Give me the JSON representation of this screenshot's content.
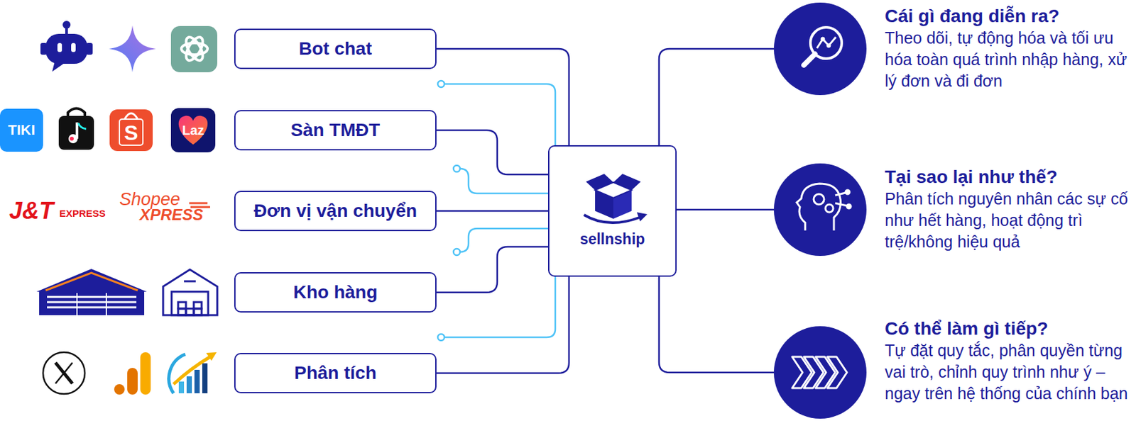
{
  "diagram": {
    "nodes": [
      {
        "text": [
          "Bot chat"
        ]
      },
      {
        "text": [
          "Sàn TMĐT"
        ]
      },
      {
        "text": [
          "Đơn vị vận chuyển"
        ]
      },
      {
        "text": [
          "Kho hàng"
        ]
      },
      {
        "text": [
          "Phân tích"
        ]
      },
      {
        "text": [
          "sellnship"
        ]
      },
      {
        "text": [
          "Cái gì đang diễn ra?",
          "Theo dõi, tự động hóa và tối ưu hóa toàn quá trình nhập hàng, xử lý đơn và đi đơn"
        ]
      },
      {
        "text": [
          "Tại sao lại như thế?",
          "Phân tích nguyên nhân các sự cố như hết hàng, hoạt động trì trệ/không hiệu quả"
        ]
      },
      {
        "text": [
          "Có thể làm gì tiếp?",
          "Tự đặt quy tắc, phân quyền từng vai trò, chỉnh quy trình như ý – ngay trên hệ thống của chính bạn"
        ]
      }
    ],
    "edges": [
      {
        "from": 0,
        "to": 5,
        "arrow": "none"
      },
      {
        "from": 1,
        "to": 5,
        "arrow": "none"
      },
      {
        "from": 2,
        "to": 5,
        "arrow": "none"
      },
      {
        "from": 3,
        "to": 5,
        "arrow": "none"
      },
      {
        "from": 4,
        "to": 5,
        "arrow": "none"
      },
      {
        "from": 5,
        "to": 6,
        "arrow": "none"
      },
      {
        "from": 5,
        "to": 7,
        "arrow": "none"
      },
      {
        "from": 5,
        "to": 8,
        "arrow": "none"
      }
    ],
    "labels": [
      "TIKI",
      "S",
      "Laz",
      "J&T",
      "EXPRESS",
      "Shopee",
      "XPRESS"
    ]
  }
}
